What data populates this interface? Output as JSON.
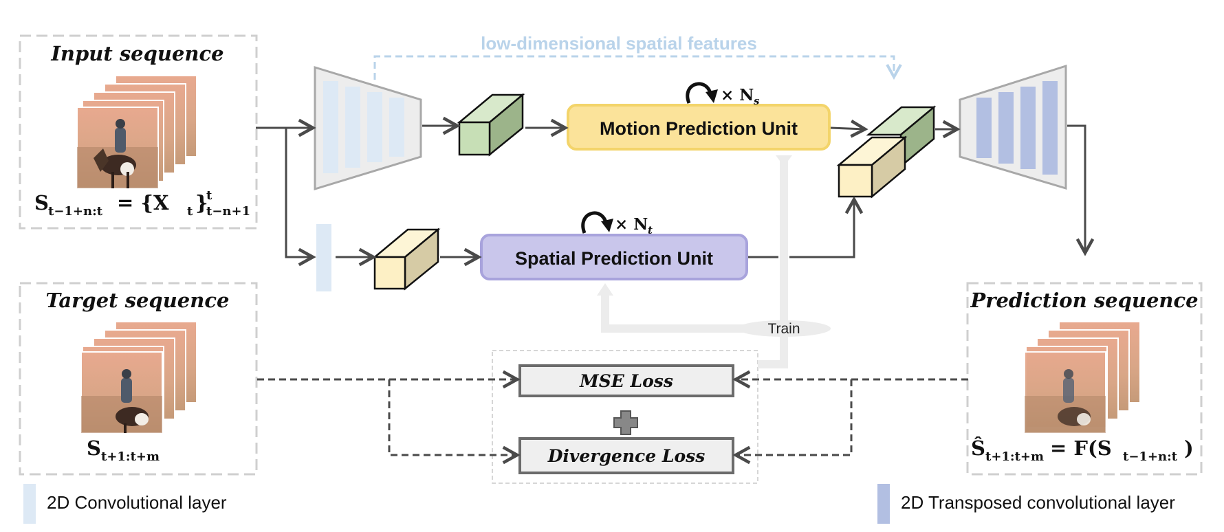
{
  "labels": {
    "skip": "low-dimensional spatial features",
    "motion": "Motion Prediction Unit",
    "spatial": "Spatial Prediction Unit",
    "train": "Train",
    "mse": "MSE Loss",
    "div": "Divergence Loss"
  },
  "panels": {
    "input": {
      "title": "Input sequence",
      "formula": {
        "main": "S",
        "sub": "t−1+n:t",
        "eq": " = {X",
        "sub2": "t",
        "close": "}",
        "sup3": "t",
        "sub3": "t−n+1"
      }
    },
    "target": {
      "title": "Target sequence",
      "formula": {
        "main": "S",
        "sub": "t+1:t+m"
      }
    },
    "prediction": {
      "title": "Prediction sequence",
      "formula": {
        "hat": "Ŝ",
        "sub": "t+1:t+m",
        "eq": " = F(S",
        "sub2": "t−1+n:t",
        "close": ")"
      }
    }
  },
  "loops": {
    "motion": {
      "text": "× N",
      "sub": "s"
    },
    "spatial": {
      "text": "× N",
      "sub": "t"
    }
  },
  "legend": {
    "conv": "2D Convolutional layer",
    "tconv": "2D Transposed convolutional layer"
  },
  "colors": {
    "arrow": "#4a4a4a",
    "dashedPanel": "#cfcfcf",
    "motionFill": "#fbe39a",
    "motionStroke": "#f3d46a",
    "spatialFill": "#c9c6eb",
    "spatialStroke": "#a8a3dc",
    "convBar": "#dde9f5",
    "tconvBar": "#b2bfe2",
    "skip": "#b9d3ea",
    "train": "#ececec",
    "green": "#c7dfb6",
    "yellow": "#fdf0c5"
  }
}
